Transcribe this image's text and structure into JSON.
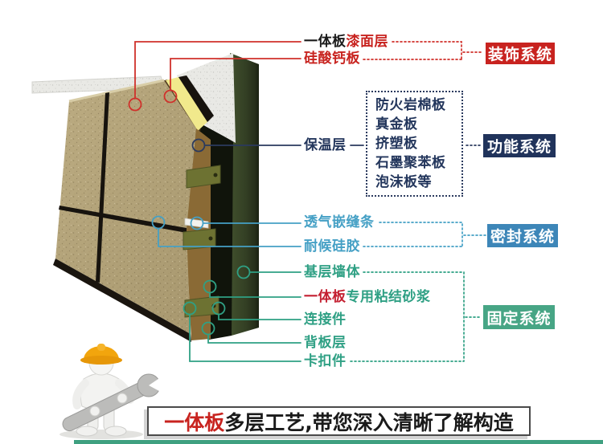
{
  "labels": {
    "paint": {
      "prefix": "一体板",
      "suffix": "漆面层"
    },
    "silicate": "硅酸钙板",
    "insulation": "保温层",
    "insulation_options": [
      "防火岩棉板",
      "真金板",
      "挤塑板",
      "石墨聚苯板",
      "泡沫板等"
    ],
    "vent_strip": "透气嵌缝条",
    "silicone": "耐候硅胶",
    "base_wall": "基层墙体",
    "mortar": {
      "prefix": "一体板",
      "suffix": "专用粘结砂浆"
    },
    "connector": "连接件",
    "back_board": "背板层",
    "clip": "卡扣件"
  },
  "systems": [
    {
      "label": "装饰系统",
      "color": "#c8231f"
    },
    {
      "label": "功能系统",
      "color": "#20335b"
    },
    {
      "label": "密封系统",
      "color": "#3d86b8"
    },
    {
      "label": "固定系统",
      "color": "#47a585"
    }
  ],
  "caption": {
    "highlight": "一体板",
    "rest": "多层工艺,带您深入清晰了解构造"
  },
  "colors": {
    "decor_red": "#c8231f",
    "function_navy": "#20335b",
    "seal_blue": "#3d86b8",
    "fix_green": "#47a585",
    "label_light_blue": "#45a0c5",
    "label_green": "#2fa084",
    "panel_tan": "#b3a379",
    "insulation_yellow": "#f1e98c",
    "insulation_side_brown": "#8a6a35",
    "base_wall_green": "#3c4729",
    "helmet_orange": "#f2a50d",
    "bottom_bar_green": "#3fa080"
  }
}
